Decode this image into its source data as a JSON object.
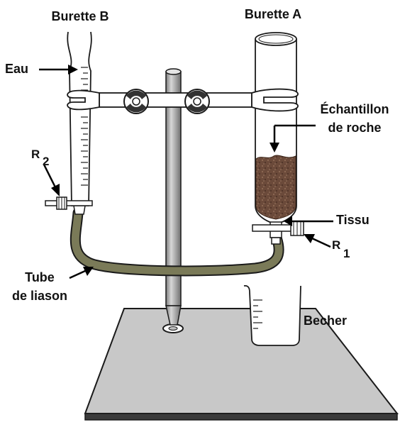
{
  "labels": {
    "burette_b": "Burette B",
    "burette_a": "Burette A",
    "eau": "Eau",
    "echantillon_line1": "Échantillon",
    "echantillon_line2": "de roche",
    "r2_letter": "R",
    "r2_sub": "2",
    "r1_letter": "R",
    "r1_sub": "1",
    "tissu": "Tissu",
    "tube_line1": "Tube",
    "tube_line2": "de liason",
    "becher": "Becher"
  },
  "colors": {
    "tube": "#7a7a58",
    "rock": "#6b4a3a",
    "rod": "#9a9a9a",
    "base": "#c8c8c8",
    "outline": "#1a1a1a"
  }
}
